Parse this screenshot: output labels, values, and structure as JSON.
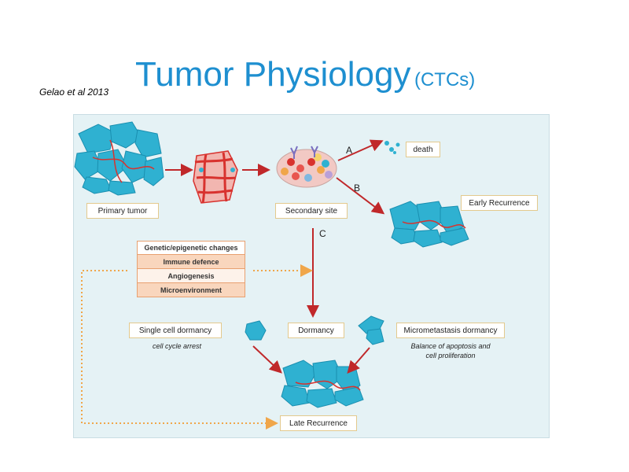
{
  "citation": "Gelao et al 2013",
  "title": {
    "main": "Tumor Physiology",
    "sub": "(CTCs)"
  },
  "labels": {
    "primary_tumor": "Primary tumor",
    "secondary_site": "Secondary site",
    "death": "death",
    "early_recurrence": "Early Recurrence",
    "single_cell_dormancy": "Single cell dormancy",
    "dormancy": "Dormancy",
    "micrometastasis_dormancy": "Micrometastasis dormancy",
    "late_recurrence": "Late Recurrence"
  },
  "notes": {
    "cell_cycle_arrest": "cell cycle arrest",
    "balance_line1": "Balance of apoptosis and",
    "balance_line2": "cell proliferation"
  },
  "branches": {
    "a": "A",
    "b": "B",
    "c": "C"
  },
  "factors": [
    "Genetic/epigenetic changes",
    "Immune defence",
    "Angiogenesis",
    "Microenvironment"
  ],
  "colors": {
    "title": "#1e8fd0",
    "arrow": "#c0282a",
    "cell": "#2fb1d1",
    "vessel": "#d8322e",
    "dotted": "#f0a64a",
    "panel": "#e5f2f5"
  }
}
